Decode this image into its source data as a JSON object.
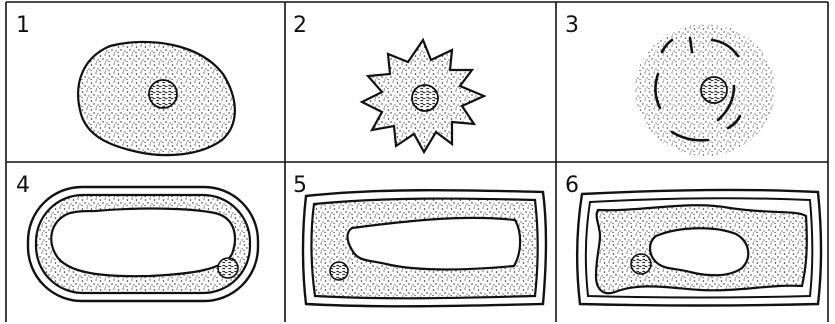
{
  "diagram": {
    "panels": [
      {
        "number": "1"
      },
      {
        "number": "2"
      },
      {
        "number": "3"
      },
      {
        "number": "4"
      },
      {
        "number": "5"
      },
      {
        "number": "6"
      }
    ]
  }
}
